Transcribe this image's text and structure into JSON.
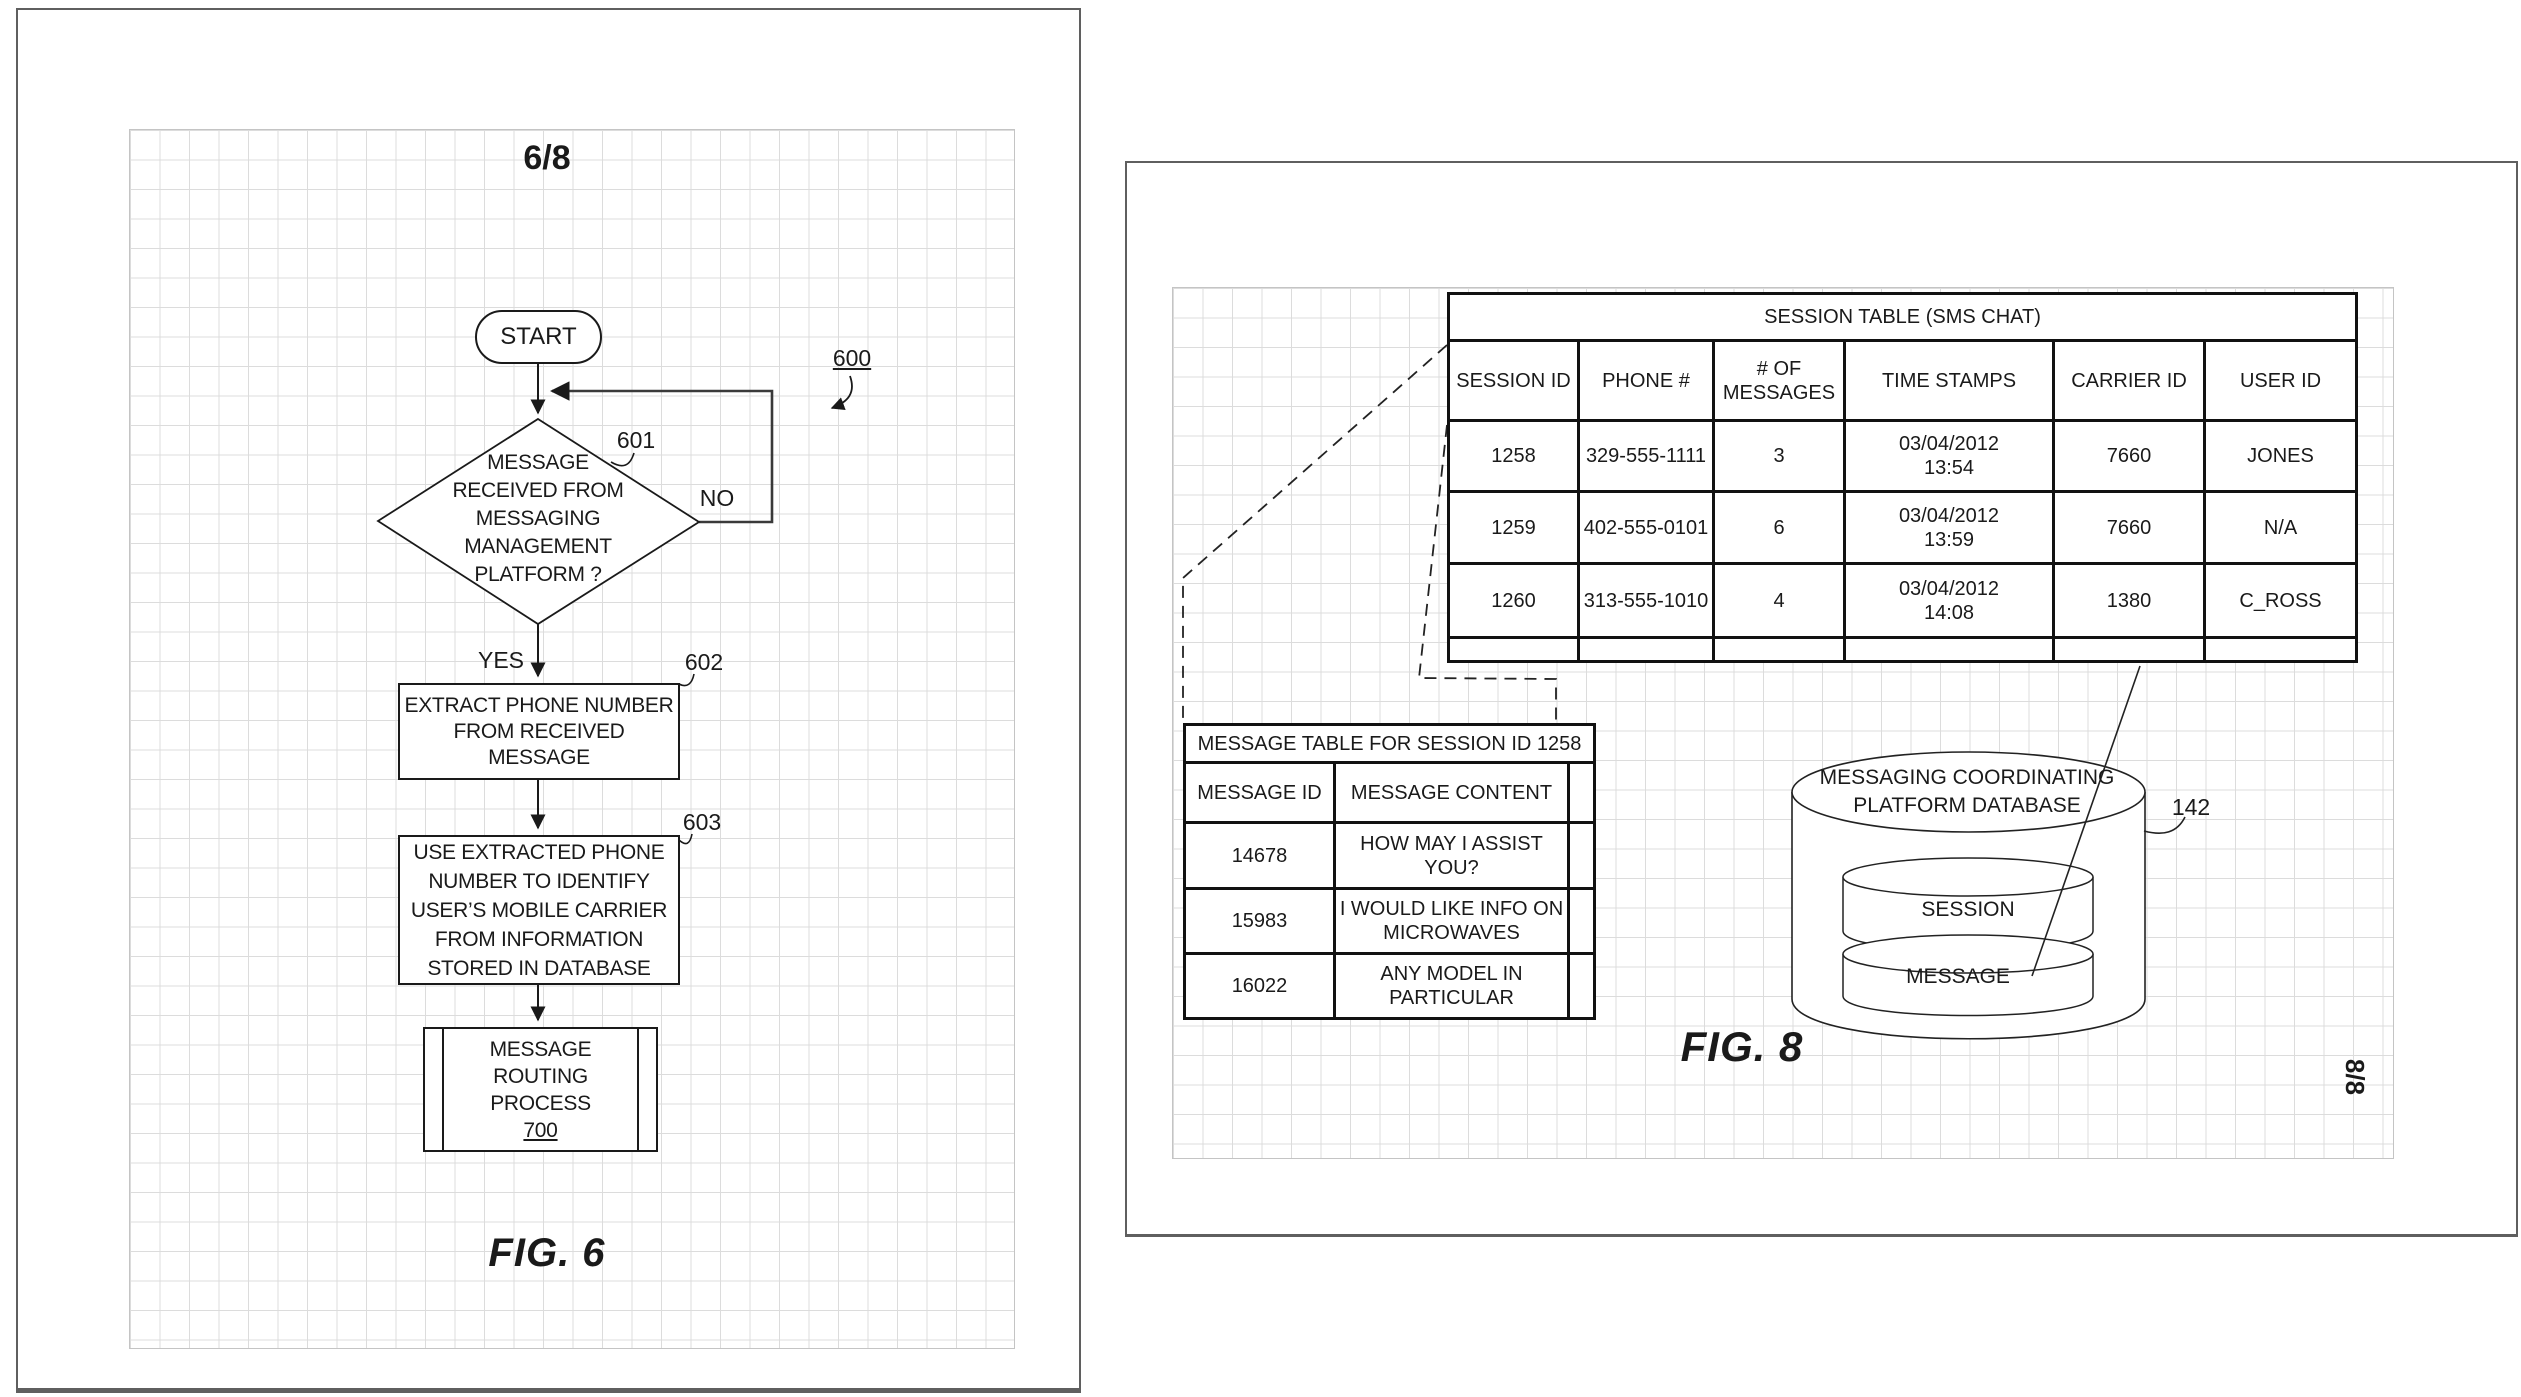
{
  "colors": {
    "ink": "#1a1a1a",
    "grid_line": "#dcdcdc",
    "page_border": "#5f5f5f"
  },
  "fig6": {
    "sheet_label": "6/8",
    "figure_label": "FIG. 6",
    "diagram_ref": "600",
    "start_label": "START",
    "decision601": {
      "ref": "601",
      "lines": [
        "MESSAGE",
        "RECEIVED FROM",
        "MESSAGING",
        "MANAGEMENT",
        "PLATFORM ?"
      ],
      "yes_label": "YES",
      "no_label": "NO"
    },
    "box602": {
      "ref": "602",
      "lines": [
        "EXTRACT PHONE NUMBER",
        "FROM RECEIVED MESSAGE"
      ]
    },
    "box603": {
      "ref": "603",
      "lines": [
        "USE EXTRACTED PHONE",
        "NUMBER TO IDENTIFY",
        "USER’S MOBILE CARRIER",
        "FROM INFORMATION",
        "STORED IN DATABASE"
      ]
    },
    "process700": {
      "lines": [
        "MESSAGE",
        "ROUTING",
        "PROCESS"
      ],
      "ref": "700"
    }
  },
  "fig8": {
    "sheet_label": "8/8",
    "figure_label": "FIG. 8",
    "session_table": {
      "title": "SESSION TABLE (SMS CHAT)",
      "columns": [
        "SESSION ID",
        "PHONE #",
        "# OF MESSAGES",
        "TIME STAMPS",
        "CARRIER ID",
        "USER ID"
      ],
      "rows": [
        [
          "1258",
          "329-555-1111",
          "3",
          "03/04/2012\n13:54",
          "7660",
          "JONES"
        ],
        [
          "1259",
          "402-555-0101",
          "6",
          "03/04/2012\n13:59",
          "7660",
          "N/A"
        ],
        [
          "1260",
          "313-555-1010",
          "4",
          "03/04/2012\n14:08",
          "1380",
          "C_ROSS"
        ]
      ]
    },
    "message_table": {
      "title": "MESSAGE TABLE FOR SESSION ID 1258",
      "columns": [
        "MESSAGE ID",
        "MESSAGE CONTENT"
      ],
      "rows": [
        [
          "14678",
          "HOW MAY I ASSIST YOU?"
        ],
        [
          "15983",
          "I WOULD LIKE INFO ON MICROWAVES"
        ],
        [
          "16022",
          "ANY MODEL IN PARTICULAR"
        ]
      ]
    },
    "database": {
      "label": "MESSAGING COORDINATING\nPLATFORM DATABASE",
      "ref": "142",
      "disks": [
        "SESSION",
        "MESSAGE"
      ]
    }
  }
}
